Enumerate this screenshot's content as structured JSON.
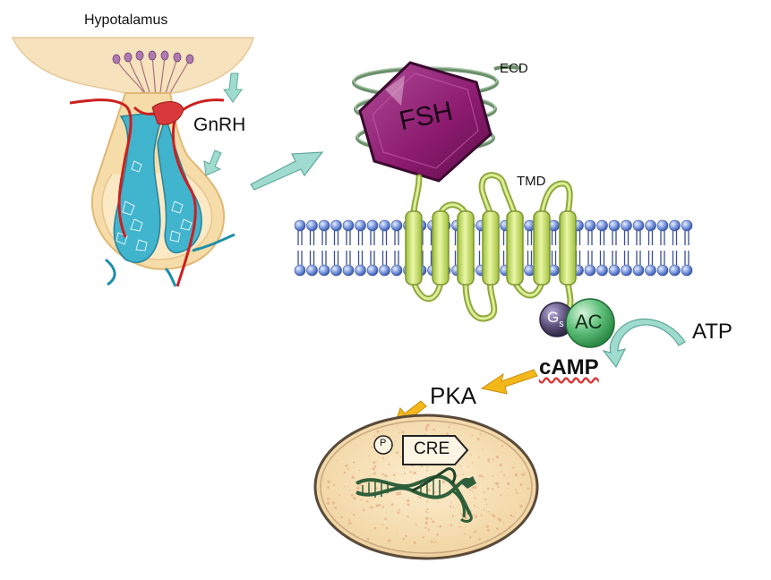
{
  "labels": {
    "hypothalamus": "Hypotalamus",
    "gnrh": "GnRH",
    "ecd": "ECD",
    "fsh": "FSH",
    "tmd": "TMD",
    "gs_main": "G",
    "gs_sub": "s",
    "ac": "AC",
    "atp": "ATP",
    "camp": "cAMP",
    "pka": "PKA",
    "p": "P",
    "cre": "CRE"
  },
  "colors": {
    "fsh_fill": "#8b1a6e",
    "receptor_fill": "#c6e06a",
    "receptor_stroke": "#8fa83a",
    "ecd_coil": "#6b8f6b",
    "lipid_head": "#6f8fd8",
    "lipid_tail": "#3a4f9a",
    "ac_fill": "#5fbf7a",
    "gs_fill": "#5a4f78",
    "arrow_teal": "#8fd6c6",
    "arrow_yellow": "#f3b71a",
    "blood_red": "#cc1f1f",
    "vessel_blue": "#2aa3c0",
    "nucleus_fill": "#f7e6bf",
    "hypothalamus_fill": "#f6e2bd"
  }
}
